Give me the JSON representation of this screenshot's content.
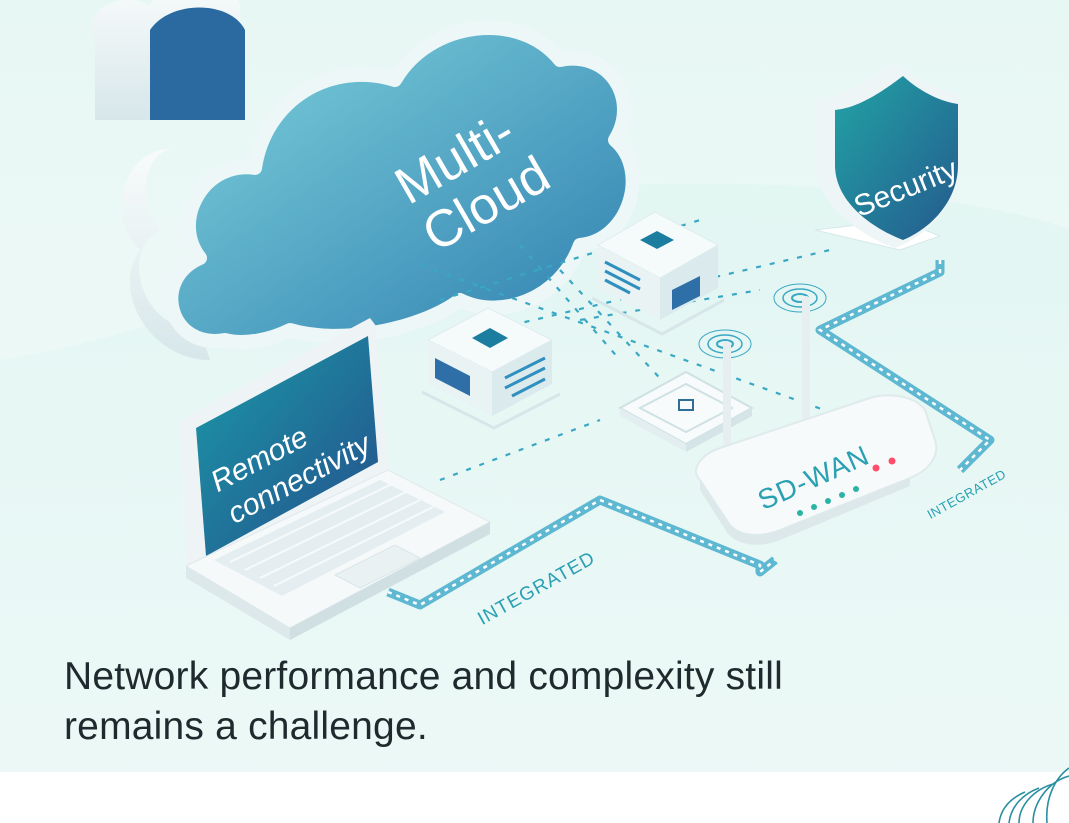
{
  "labels": {
    "multi_cloud_line1": "Multi-",
    "multi_cloud_line2": "Cloud",
    "security": "Security",
    "remote_line1": "Remote",
    "remote_line2": "connectivity",
    "sdwan": "SD-WAN",
    "integrated_left": "INTEGRATED",
    "integrated_right": "INTEGRATED"
  },
  "caption": {
    "line1": "Network performance and complexity still",
    "line2": "remains a challenge."
  },
  "colors": {
    "background": "#e7f7f4",
    "teal_dark": "#1f5f8a",
    "teal_light": "#5fc3d0",
    "dashed_line": "#3aa7c4",
    "text": "#1f2a2e"
  }
}
